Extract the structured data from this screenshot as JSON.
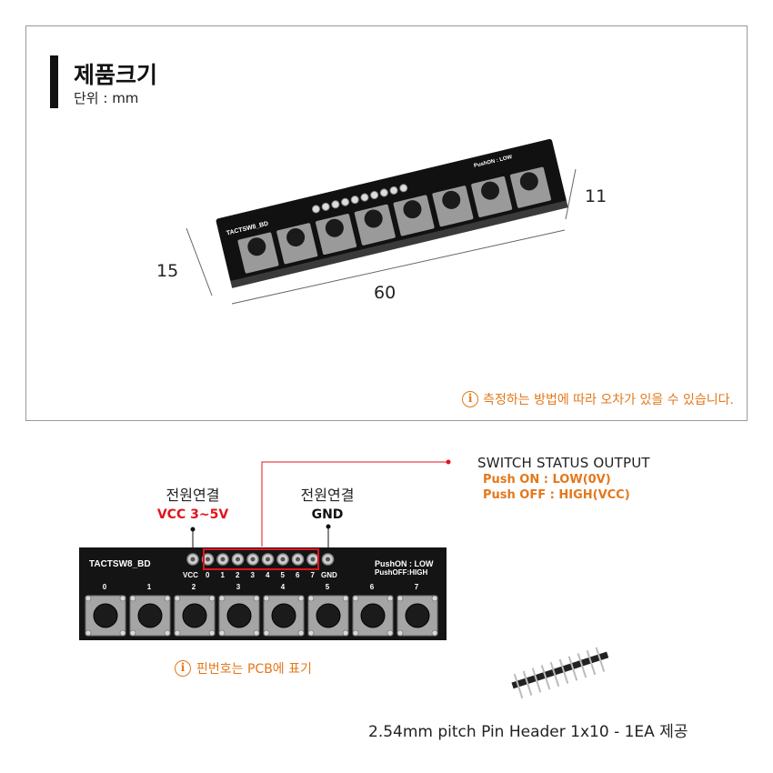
{
  "size_section": {
    "title": "제품크기",
    "unit": "단위 : mm",
    "dims": {
      "height": "15",
      "length": "60",
      "depth": "11"
    },
    "note": "측정하는 방법에 따라 오차가 있을 수 있습니다."
  },
  "board": {
    "name": "TACTSW8_BD",
    "status_line1": "PushON : LOW",
    "status_line2": "PushOFF:HIGH",
    "pin_vcc": "VCC",
    "pin_gnd": "GND",
    "pin_numbers": [
      "0",
      "1",
      "2",
      "3",
      "4",
      "5",
      "6",
      "7"
    ],
    "button_numbers": [
      "0",
      "1",
      "2",
      "3",
      "4",
      "5",
      "6",
      "7"
    ]
  },
  "labels": {
    "vcc_title": "전원연결",
    "vcc_value": "VCC 3~5V",
    "gnd_title": "전원연결",
    "gnd_value": "GND"
  },
  "switch_status": {
    "title": "SWITCH STATUS OUTPUT",
    "on": "Push ON : LOW(0V)",
    "off": "Push OFF : HIGH(VCC)"
  },
  "pin_note": "핀번호는 PCB에 표기",
  "pin_header_caption": "2.54mm pitch Pin Header 1x10 - 1EA 제공",
  "colors": {
    "accent_orange": "#e4781a",
    "red": "#e0141e",
    "pcb": "#141414"
  },
  "icons": {
    "info": "info-circle-icon"
  }
}
